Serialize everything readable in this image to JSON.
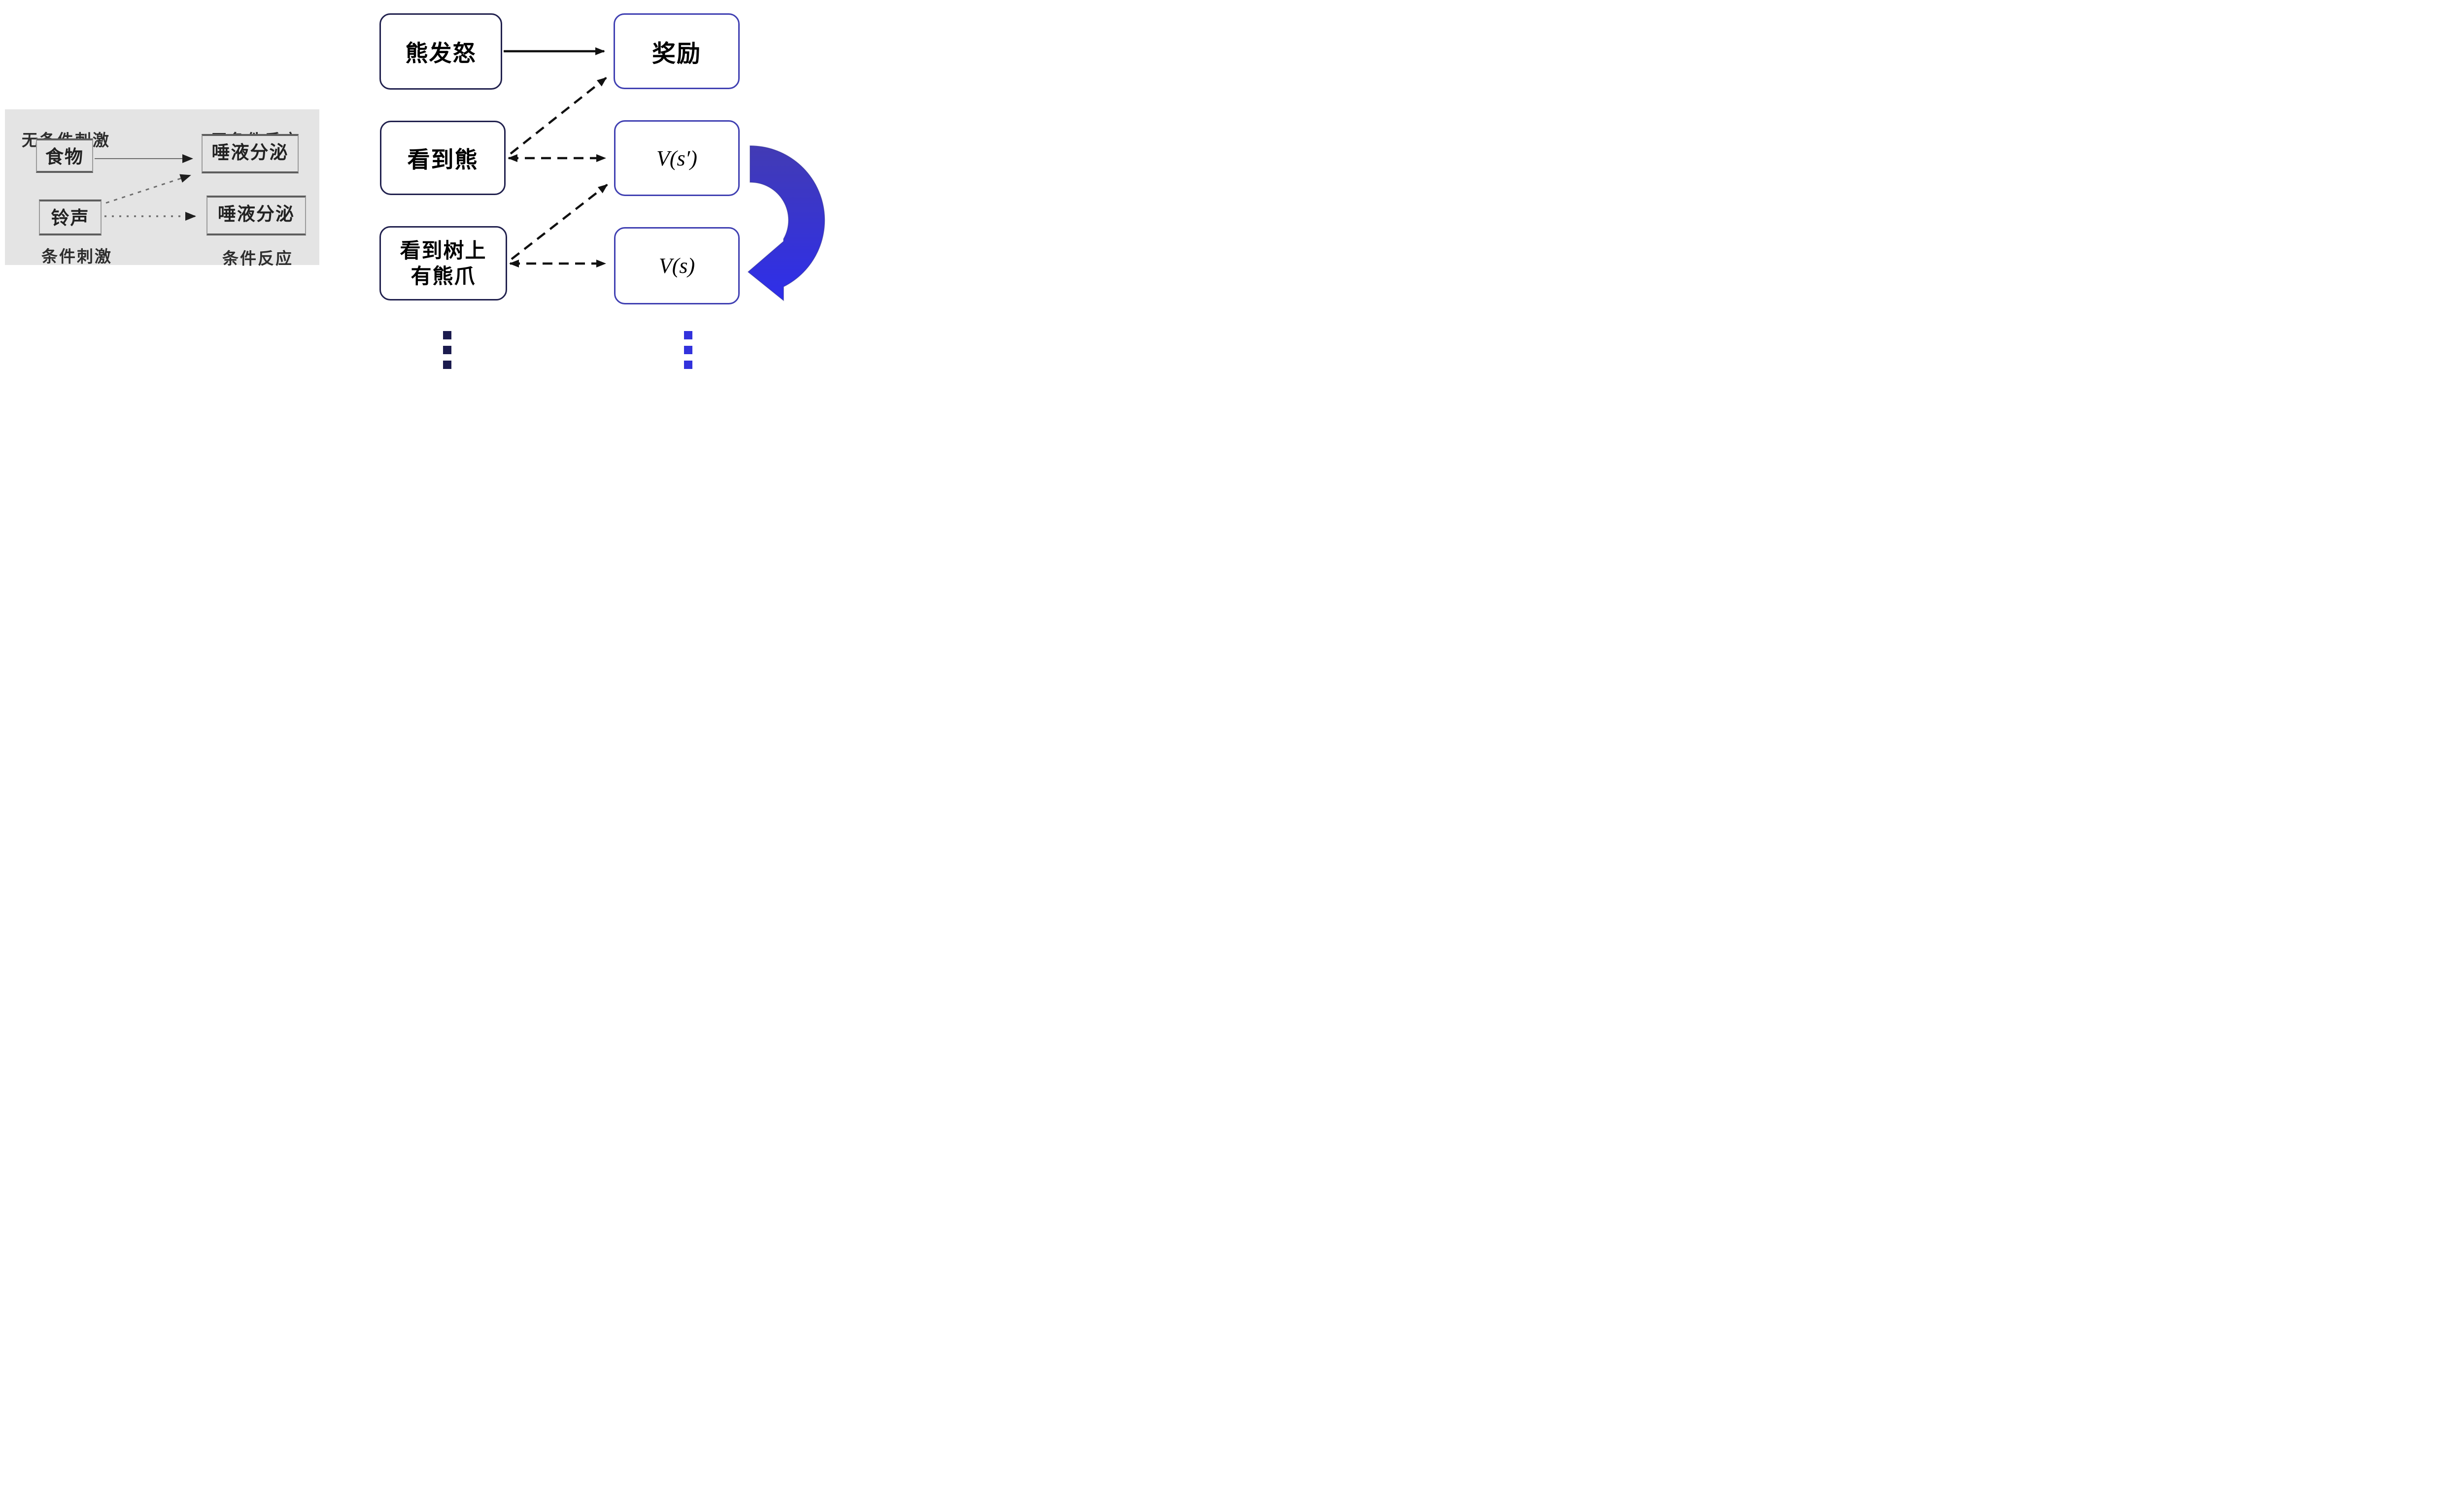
{
  "left_panel": {
    "labels": {
      "unconditioned_stimulus": "无条件刺激",
      "unconditioned_response": "无条件反应",
      "conditioned_stimulus": "条件刺激",
      "conditioned_response": "条件反应"
    },
    "boxes": {
      "food": "食物",
      "salivation_top": "唾液分泌",
      "bell": "铃声",
      "salivation_bottom": "唾液分泌"
    }
  },
  "right_diagram": {
    "nodes": {
      "bear_angry": "熊发怒",
      "reward": "奖励",
      "see_bear": "看到熊",
      "v_next": "V(s′)",
      "see_claws_line1": "看到树上",
      "see_claws_line2": "有熊爪",
      "v_current": "V(s)"
    },
    "ellipsis": {
      "left_dot_count": 3,
      "right_dot_count": 3
    }
  },
  "colors": {
    "panel_bg": "#e4e4e4",
    "panel_text": "#2e2e2e",
    "gray_border": "#9a9a9a",
    "gray_border_dark": "#5e5e5e",
    "gray_arrow": "#6e6e6e",
    "black_arrow": "#111111",
    "navy_border": "#21214e",
    "blue_border": "#4040b2",
    "node_text": "#000000",
    "loop_top": "#423bb4",
    "loop_bottom": "#2e2eea",
    "dots_left": "#1b1b4e",
    "dots_right": "#3232dc"
  }
}
